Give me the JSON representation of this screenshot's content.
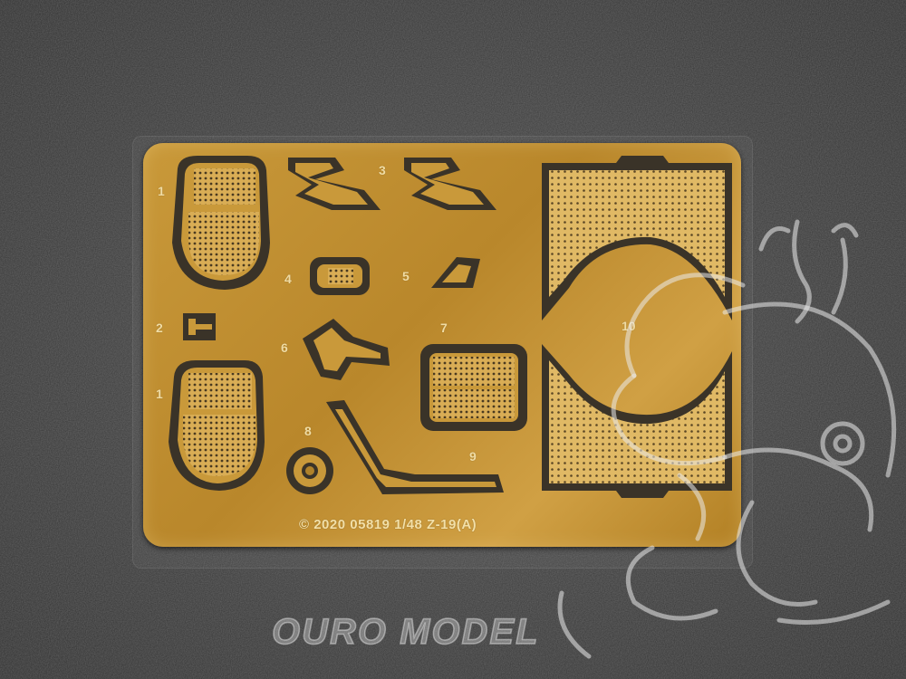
{
  "fret": {
    "copyright": "© 2020 05819 1/48 Z-19(A)",
    "part_numbers": [
      "1",
      "3",
      "4",
      "5",
      "2",
      "6",
      "7",
      "10",
      "1",
      "8",
      "9"
    ]
  },
  "watermark": {
    "text": "OURO MODEL"
  },
  "colors": {
    "background": "#3f3f3f",
    "brass": "#c9993a",
    "etch_outline": "#3a3328",
    "watermark": "#e6e6e6"
  }
}
